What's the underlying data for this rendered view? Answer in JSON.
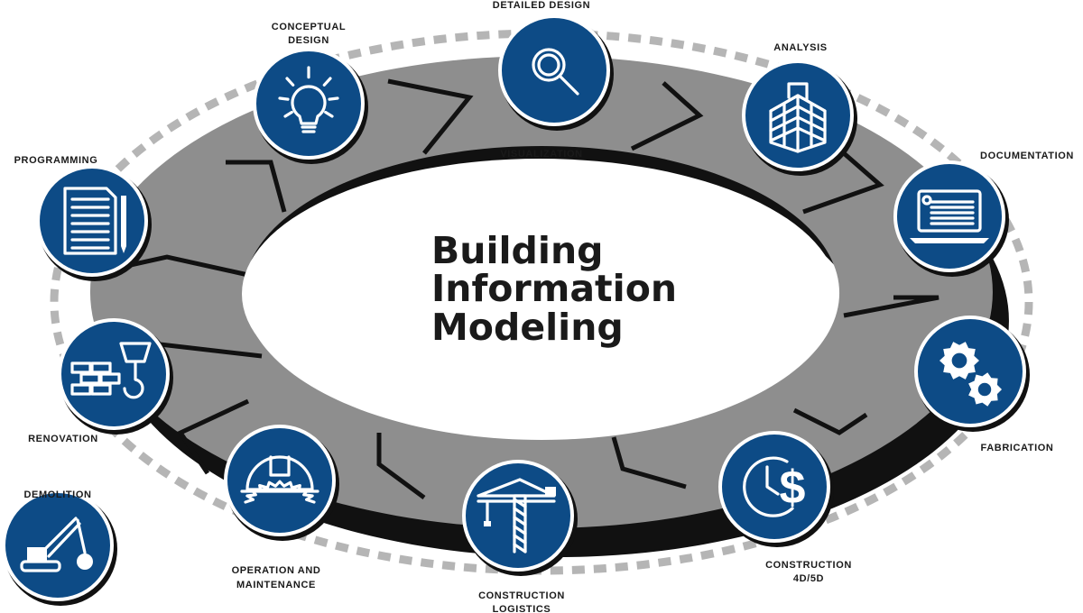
{
  "title": {
    "line1": "Building",
    "line2": "Information",
    "line3": "Modeling"
  },
  "center_label": "VISUALIZATION",
  "colors": {
    "disc": "#0d4b86",
    "ring_gray": "#8e8e8e",
    "ring_dark": "#111111",
    "dash": "#b5b5b5"
  },
  "stages": [
    {
      "id": "detailed-design",
      "icon": "magnifier-icon",
      "label_lines": [
        "DETAILED DESIGN"
      ]
    },
    {
      "id": "analysis",
      "icon": "building-frame-icon",
      "label_lines": [
        "ANALYSIS"
      ]
    },
    {
      "id": "documentation",
      "icon": "laptop-icon",
      "label_lines": [
        "DOCUMENTATION"
      ]
    },
    {
      "id": "fabrication",
      "icon": "gears-icon",
      "label_lines": [
        "FABRICATION"
      ]
    },
    {
      "id": "construction-4d-5d",
      "icon": "clock-dollar-icon",
      "label_lines": [
        "CONSTRUCTION",
        "4D/5D"
      ]
    },
    {
      "id": "construction-logistics",
      "icon": "tower-crane-icon",
      "label_lines": [
        "CONSTRUCTION",
        "LOGISTICS"
      ]
    },
    {
      "id": "operation-maintenance",
      "icon": "hardhat-gear-icon",
      "label_lines": [
        "OPERATION AND",
        "MAINTENANCE"
      ]
    },
    {
      "id": "demolition",
      "icon": "wrecking-crane-icon",
      "label_lines": [
        "DEMOLITION"
      ]
    },
    {
      "id": "renovation",
      "icon": "bricks-hook-icon",
      "label_lines": [
        "RENOVATION"
      ]
    },
    {
      "id": "programming",
      "icon": "document-pencil-icon",
      "label_lines": [
        "PROGRAMMING"
      ]
    },
    {
      "id": "conceptual-design",
      "icon": "lightbulb-icon",
      "label_lines": [
        "CONCEPTUAL",
        "DESIGN"
      ]
    }
  ]
}
